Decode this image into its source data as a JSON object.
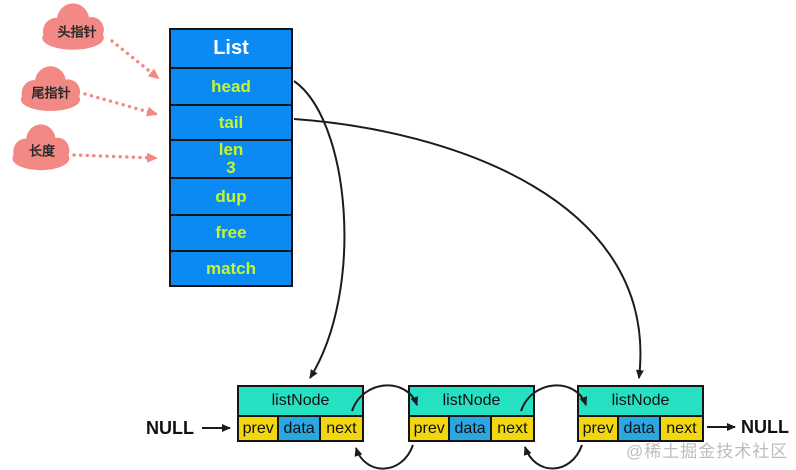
{
  "clouds": [
    {
      "label": "头指针"
    },
    {
      "label": "尾指针"
    },
    {
      "label": "长度"
    }
  ],
  "list_struct": {
    "title": "List",
    "fields": [
      {
        "label": "head"
      },
      {
        "label": "tail"
      },
      {
        "label": "len",
        "value": "3"
      },
      {
        "label": "dup"
      },
      {
        "label": "free"
      },
      {
        "label": "match"
      }
    ]
  },
  "nodes": [
    {
      "title": "listNode",
      "prev": "prev",
      "data": "data",
      "next": "next"
    },
    {
      "title": "listNode",
      "prev": "prev",
      "data": "data",
      "next": "next"
    },
    {
      "title": "listNode",
      "prev": "prev",
      "data": "data",
      "next": "next"
    }
  ],
  "null_labels": {
    "left": "NULL",
    "right": "NULL"
  },
  "watermark": "@稀土掘金技术社区",
  "colors": {
    "struct_blue": "#0a8af2",
    "field_text": "#c6f532",
    "node_header": "#26e0c2",
    "pointer_yellow": "#f2d70e",
    "data_blue": "#2aa7e0",
    "cloud_pink": "#f28984",
    "arrow_black": "#1c1c1c",
    "watermark_gray": "#bdbdbd"
  }
}
